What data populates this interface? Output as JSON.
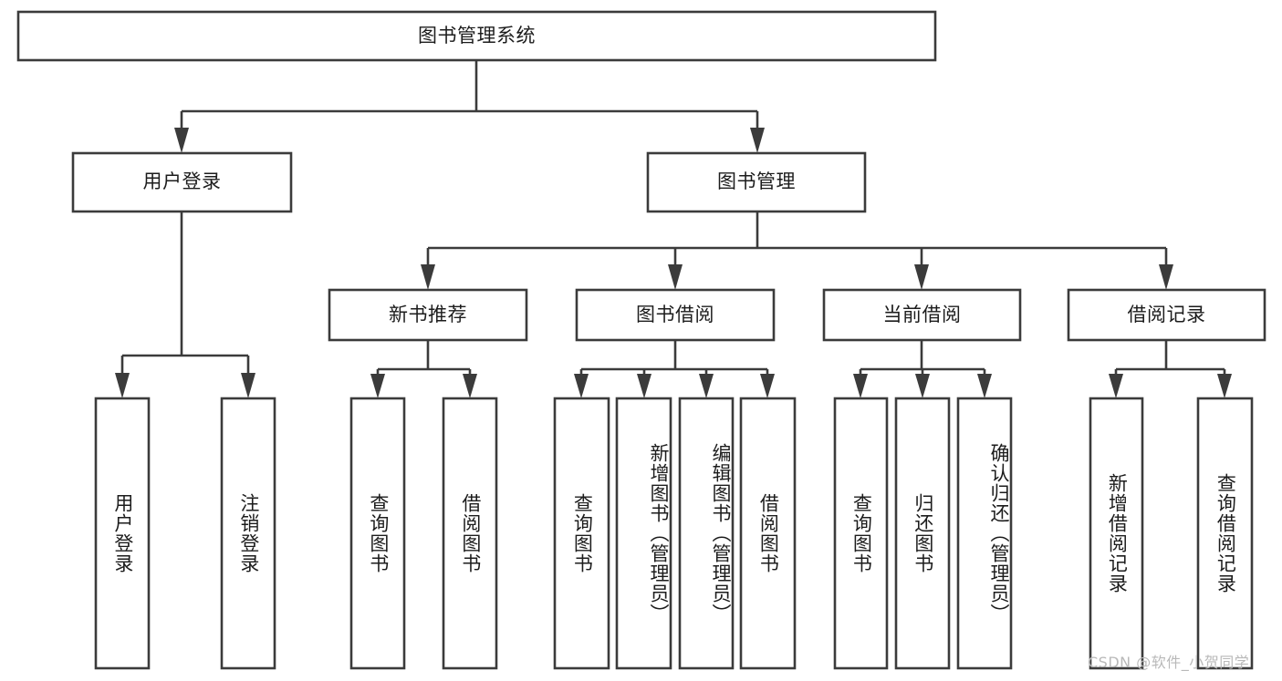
{
  "diagram": {
    "type": "hierarchy-tree",
    "title": "图书管理系统",
    "levels": 4,
    "root": {
      "label": "图书管理系统"
    },
    "level2": [
      {
        "label": "用户登录"
      },
      {
        "label": "图书管理"
      }
    ],
    "level3": [
      {
        "label": "新书推荐"
      },
      {
        "label": "图书借阅"
      },
      {
        "label": "当前借阅"
      },
      {
        "label": "借阅记录"
      }
    ],
    "leaves": {
      "user_login": [
        {
          "label": "用户登录"
        },
        {
          "label": "注销登录"
        }
      ],
      "new_book_recommend": [
        {
          "label": "查询图书"
        },
        {
          "label": "借阅图书"
        }
      ],
      "book_borrow": [
        {
          "label": "查询图书"
        },
        {
          "label": "新增图书（管理员）"
        },
        {
          "label": "编辑图书（管理员）"
        },
        {
          "label": "借阅图书"
        }
      ],
      "current_borrow": [
        {
          "label": "查询图书"
        },
        {
          "label": "归还图书"
        },
        {
          "label": "确认归还（管理员）"
        }
      ],
      "borrow_record": [
        {
          "label": "新增借阅记录"
        },
        {
          "label": "查询借阅记录"
        }
      ]
    }
  },
  "watermark": {
    "text": "CSDN @软件_小贺同学"
  },
  "colors": {
    "stroke": "#3b3b3b",
    "text": "#1c1c1c",
    "background": "#ffffff",
    "watermark": "#b9b9b9"
  }
}
